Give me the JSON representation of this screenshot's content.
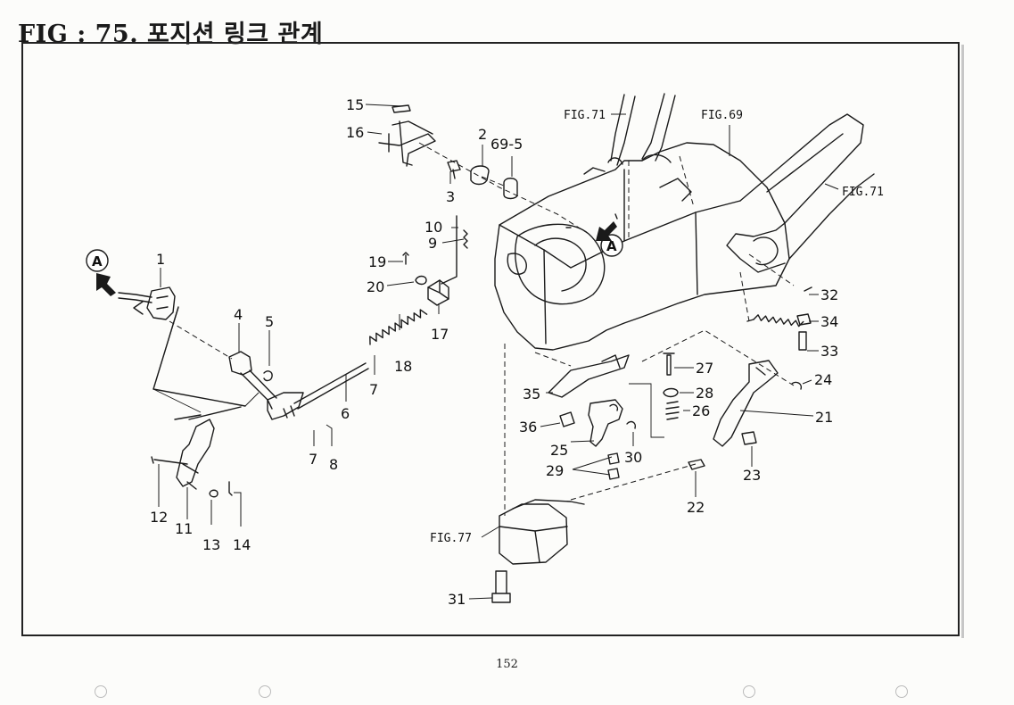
{
  "title": "FIG : 75.  포지션 링크 관계",
  "page_number": "152",
  "view_marker": "A",
  "fig_refs": [
    "FIG.71",
    "FIG.69",
    "FIG.71",
    "FIG.77"
  ],
  "callouts": [
    "1",
    "2",
    "3",
    "4",
    "5",
    "69-5",
    "6",
    "7",
    "7",
    "8",
    "9",
    "10",
    "11",
    "12",
    "13",
    "14",
    "15",
    "16",
    "17",
    "18",
    "19",
    "20",
    "21",
    "22",
    "23",
    "24",
    "25",
    "26",
    "27",
    "28",
    "29",
    "30",
    "31",
    "32",
    "33",
    "34",
    "35",
    "36"
  ],
  "colors": {
    "ink": "#1a1a1a",
    "paper": "#fcfcfa",
    "frame": "#222222"
  }
}
